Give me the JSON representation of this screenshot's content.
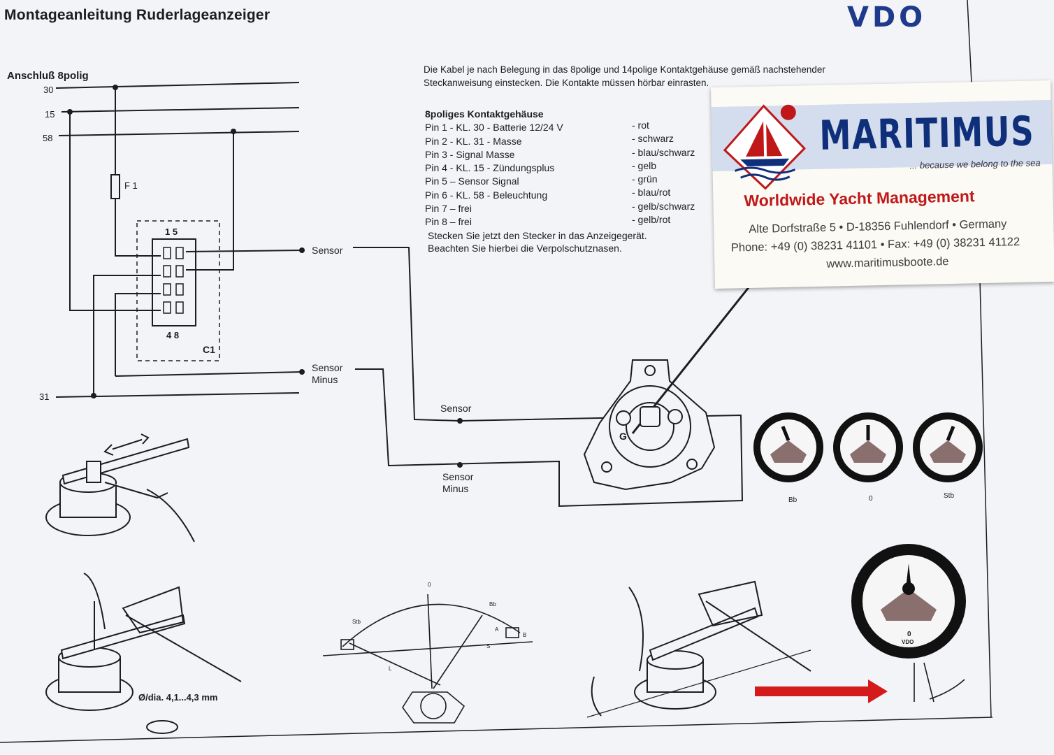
{
  "header": {
    "title": "Montageanleitung Ruderlageanzeiger",
    "brand": "VDO"
  },
  "wiring": {
    "connector_label": "Anschluß 8polig",
    "terminals": [
      "30",
      "15",
      "58",
      "31"
    ],
    "fuse": "F 1",
    "connector_pins_top": "1 5",
    "connector_pins_bottom": "4 8",
    "connector_name": "C1",
    "sensor": "Sensor",
    "sensor_minus_line1": "Sensor",
    "sensor_minus_line2": "Minus",
    "sensor_2": "Sensor",
    "sensor_minus_2_line1": "Sensor",
    "sensor_minus_2_line2": "Minus",
    "sensor_g": "G"
  },
  "instructions": {
    "intro": "Die Kabel je nach Belegung in das 8polige und 14polige Kontaktgehäuse gemäß nachstehender Steckanweisung einstecken. Die Kontakte müssen hörbar einrasten.",
    "heading": "8poliges Kontaktgehäuse",
    "pins": [
      {
        "pin": "Pin 1 - KL. 30 - Batterie 12/24 V",
        "color": "- rot"
      },
      {
        "pin": "Pin 2 - KL. 31 - Masse",
        "color": "- schwarz"
      },
      {
        "pin": "Pin 3 - Signal Masse",
        "color": "- blau/schwarz"
      },
      {
        "pin": "Pin 4 - KL. 15 - Zündungsplus",
        "color": "- gelb"
      },
      {
        "pin": "Pin 5 – Sensor Signal",
        "color": "- grün"
      },
      {
        "pin": "Pin 6 - KL. 58 - Beleuchtung",
        "color": "- blau/rot"
      },
      {
        "pin": "Pin 7 – frei",
        "color": "- gelb/schwarz"
      },
      {
        "pin": "Pin 8 – frei",
        "color": "- gelb/rot"
      }
    ],
    "note_line1": "Stecken Sie jetzt den Stecker in das Anzeigegerät.",
    "note_line2": "Beachten Sie hierbei die Verpolschutznasen."
  },
  "gauges": {
    "labels": [
      "Bb",
      "0",
      "Stb"
    ],
    "large_zero": "0",
    "large_brand": "VDO"
  },
  "drawing": {
    "diameter": "Ø/dia. 4,1...4,3 mm",
    "angle_labels": [
      "Stb",
      "0",
      "Bb",
      "A",
      "B",
      "S",
      "L"
    ]
  },
  "card": {
    "brand": "MARITIMUS",
    "tagline": "... because we belong to the sea",
    "headline": "Worldwide Yacht Management",
    "address": "Alte Dorfstraße 5 • D-18356 Fuhlendorf • Germany",
    "phone": "Phone: +49 (0) 38231 41101 • Fax: +49 (0) 38231 41122",
    "web": "www.maritimusboote.de"
  },
  "colors": {
    "ink": "#1c1c22",
    "vdo_blue": "#1f3a8a",
    "maritimus_navy": "#0f2f7a",
    "maritimus_red": "#c01818",
    "arrow_red": "#d41a1a"
  }
}
